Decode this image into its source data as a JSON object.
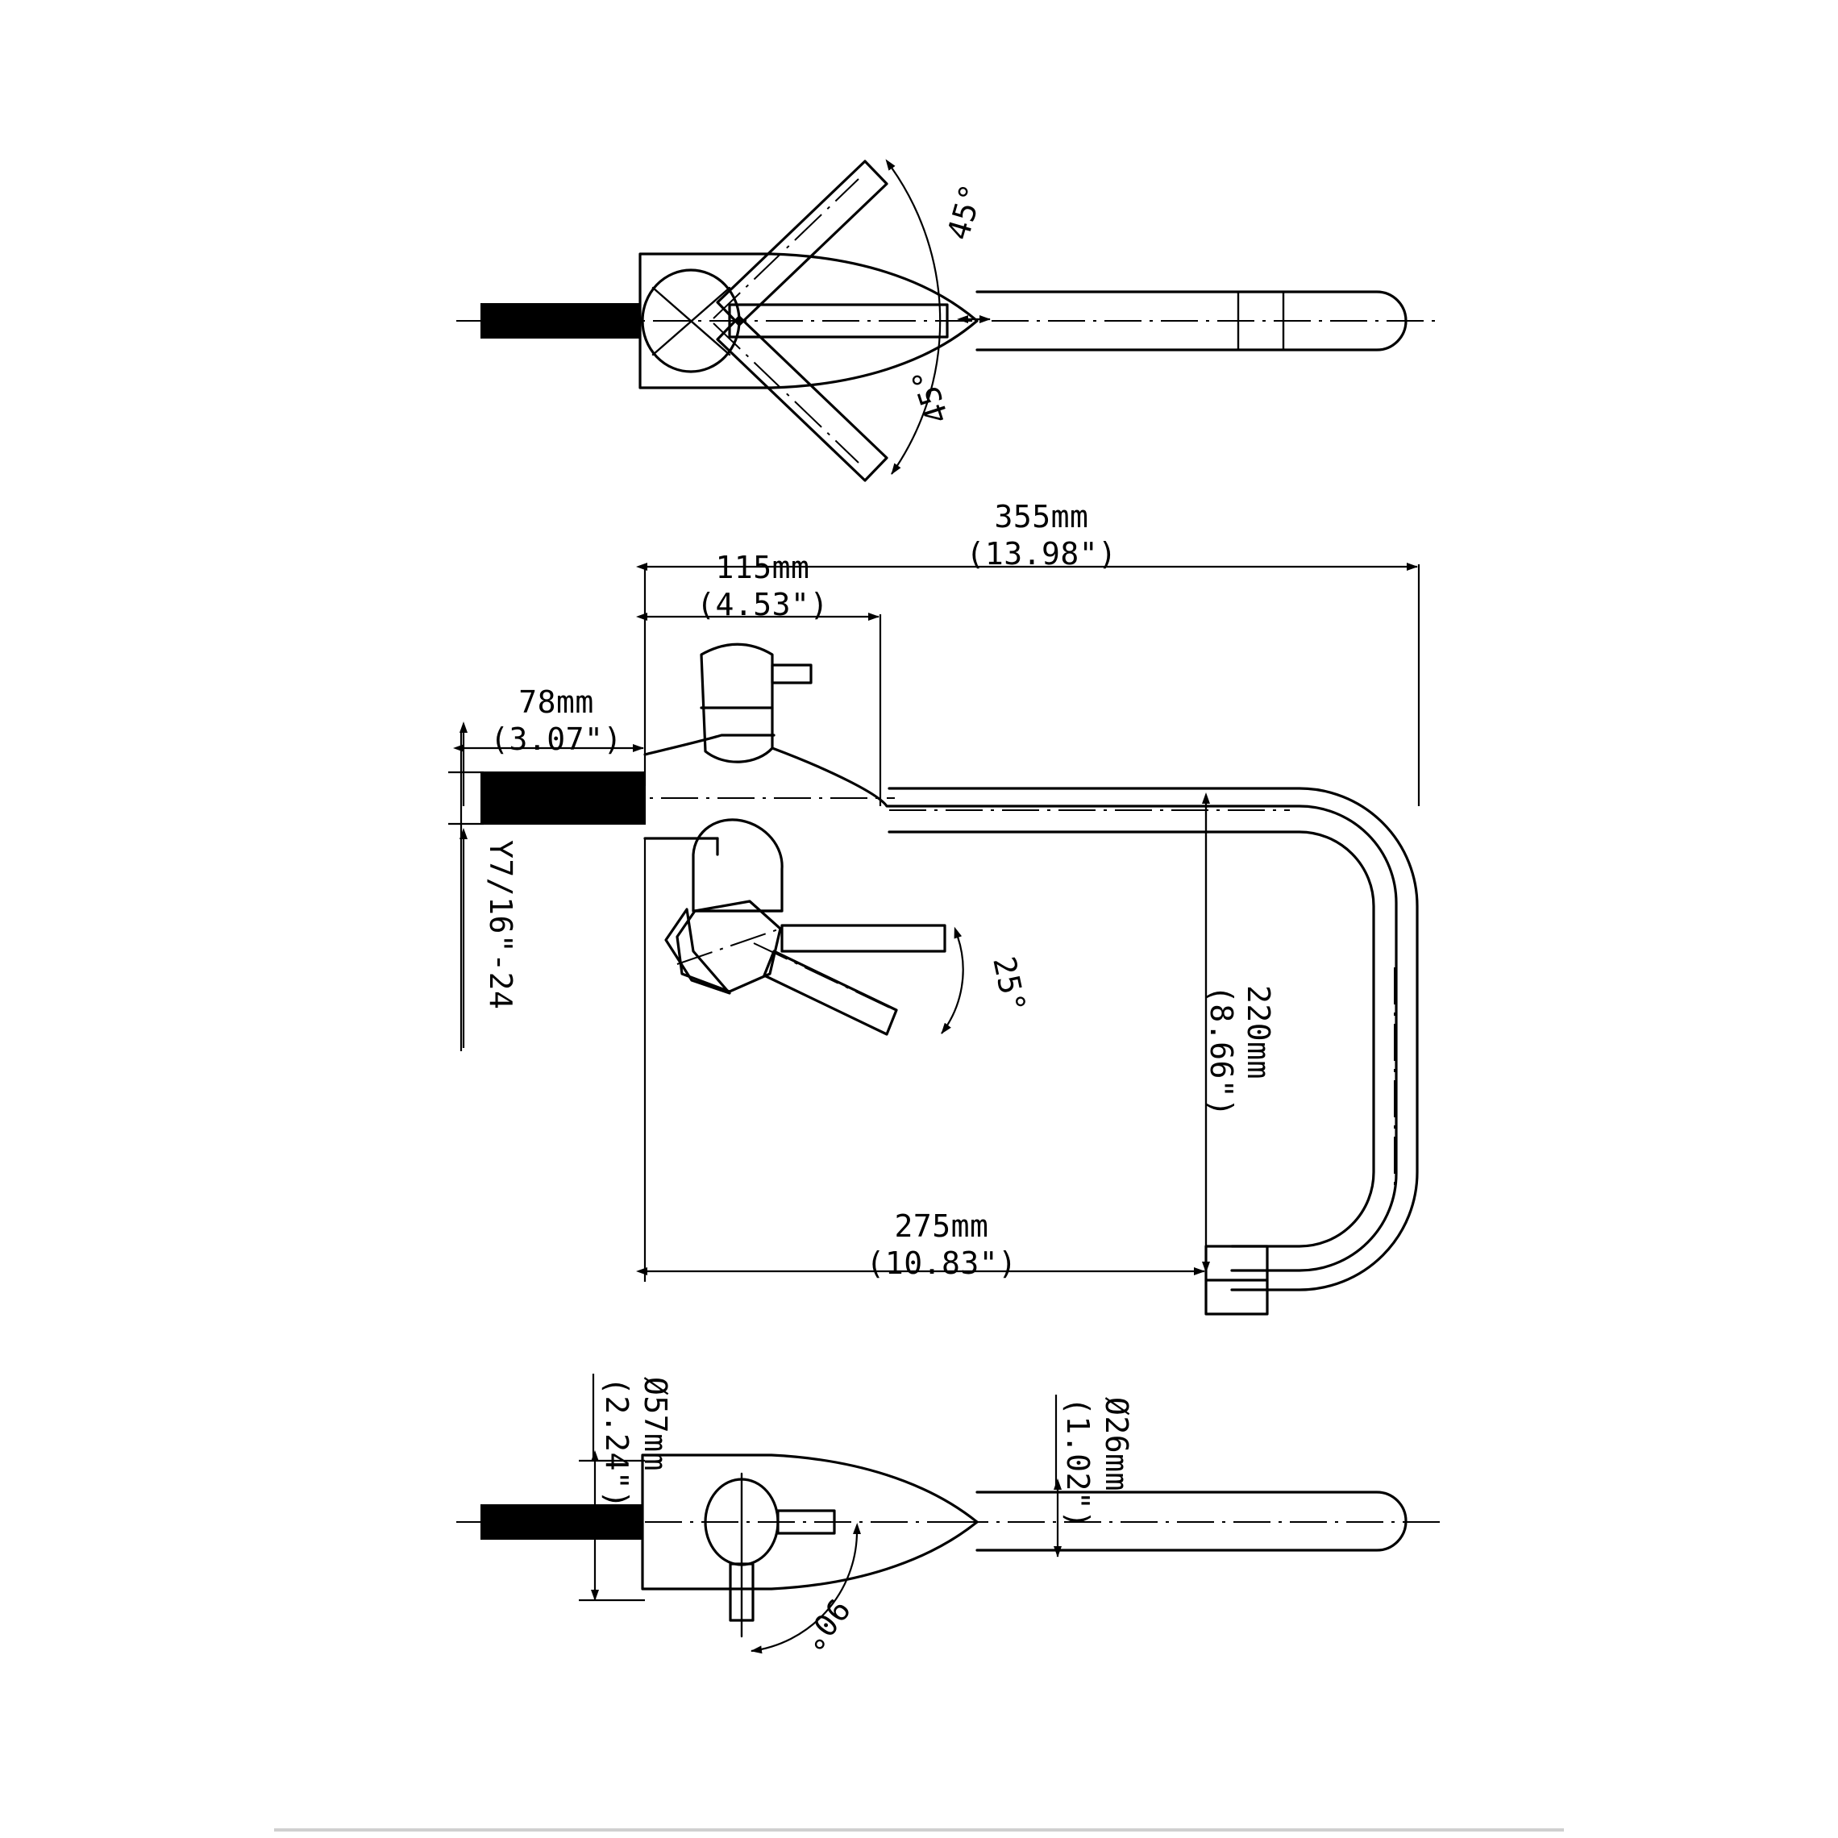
{
  "document": {
    "type": "technical-drawing",
    "subject": "Single-handle kitchen faucet",
    "views": [
      {
        "name": "top-view",
        "label": ""
      },
      {
        "name": "side-elevation-view",
        "label": ""
      },
      {
        "name": "bottom-view",
        "label": ""
      }
    ]
  },
  "dimensions": {
    "overall_length": {
      "mm": "355mm",
      "inch": "(13.98\")"
    },
    "handle_offset": {
      "mm": "115mm",
      "inch": "(4.53\")"
    },
    "shank_length": {
      "mm": "78mm",
      "inch": "(3.07\")"
    },
    "spout_height": {
      "mm": "220mm",
      "inch": "(8.66\")"
    },
    "spout_reach": {
      "mm": "275mm",
      "inch": "(10.83\")"
    },
    "base_diameter": {
      "mm": "Ø57mm",
      "inch": "(2.24\")"
    },
    "spout_diameter": {
      "mm": "Ø26mm",
      "inch": "(1.02\")"
    },
    "thread_spec": "Y7/16\"-24"
  },
  "angles": {
    "swivel_left": "45°",
    "swivel_right": "45°",
    "lever_lift": "25°",
    "lever_rotate": "90°"
  },
  "style": {
    "line_color": "#000000",
    "background": "#ffffff",
    "shank_fill": "#000000",
    "footer_rule": "#d0d0d0"
  }
}
